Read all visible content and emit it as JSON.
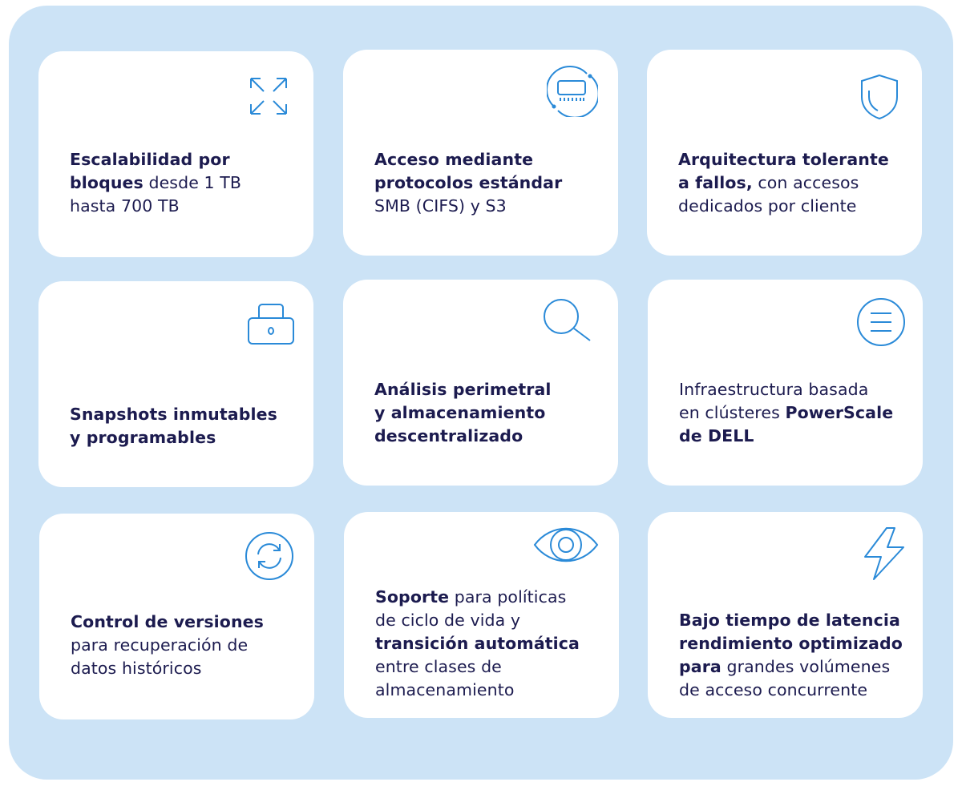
{
  "colors": {
    "background": "#cce3f6",
    "card": "#ffffff",
    "text": "#1c1b4f",
    "icon": "#2a8ad8"
  },
  "cards": [
    {
      "icon": "expand-icon",
      "lines": [
        [
          {
            "t": "Escalabilidad por",
            "b": true
          }
        ],
        [
          {
            "t": "bloques",
            "b": true
          },
          {
            "t": " desde 1 TB",
            "b": false
          }
        ],
        [
          {
            "t": "hasta 700 TB",
            "b": false
          }
        ]
      ]
    },
    {
      "icon": "chip-icon",
      "lines": [
        [
          {
            "t": "Acceso mediante",
            "b": true
          }
        ],
        [
          {
            "t": "protocolos estándar",
            "b": true
          }
        ],
        [
          {
            "t": "SMB (CIFS) y S3",
            "b": false
          }
        ]
      ]
    },
    {
      "icon": "shield-icon",
      "lines": [
        [
          {
            "t": "Arquitectura tolerante",
            "b": true
          }
        ],
        [
          {
            "t": "a fallos,",
            "b": true
          },
          {
            "t": " con accesos",
            "b": false
          }
        ],
        [
          {
            "t": "dedicados por cliente",
            "b": false
          }
        ]
      ]
    },
    {
      "icon": "lock-icon",
      "lines": [
        [
          {
            "t": "Snapshots inmutables",
            "b": true
          }
        ],
        [
          {
            "t": "y programables",
            "b": true
          }
        ]
      ]
    },
    {
      "icon": "search-icon",
      "lines": [
        [
          {
            "t": "Análisis perimetral",
            "b": true
          }
        ],
        [
          {
            "t": "y almacenamiento",
            "b": true
          }
        ],
        [
          {
            "t": "descentralizado",
            "b": true
          }
        ]
      ]
    },
    {
      "icon": "menu-icon",
      "lines": [
        [
          {
            "t": "Infraestructura basada",
            "b": false
          }
        ],
        [
          {
            "t": "en clústeres ",
            "b": false
          },
          {
            "t": "PowerScale",
            "b": true
          }
        ],
        [
          {
            "t": "de DELL",
            "b": true
          }
        ]
      ]
    },
    {
      "icon": "refresh-icon",
      "lines": [
        [
          {
            "t": "Control de versiones",
            "b": true
          }
        ],
        [
          {
            "t": "para recuperación de",
            "b": false
          }
        ],
        [
          {
            "t": "datos históricos",
            "b": false
          }
        ]
      ]
    },
    {
      "icon": "eye-icon",
      "lines": [
        [
          {
            "t": "Soporte",
            "b": true
          },
          {
            "t": " para políticas",
            "b": false
          }
        ],
        [
          {
            "t": "de ciclo de vida y",
            "b": false
          }
        ],
        [
          {
            "t": "transición automática",
            "b": true
          }
        ],
        [
          {
            "t": "entre clases de",
            "b": false
          }
        ],
        [
          {
            "t": "almacenamiento",
            "b": false
          }
        ]
      ]
    },
    {
      "icon": "lightning-icon",
      "lines": [
        [
          {
            "t": "Bajo tiempo de latencia",
            "b": true
          }
        ],
        [
          {
            "t": "rendimiento optimizado",
            "b": true
          }
        ],
        [
          {
            "t": "para",
            "b": true
          },
          {
            "t": " grandes volúmenes",
            "b": false
          }
        ],
        [
          {
            "t": "de acceso concurrente",
            "b": false
          }
        ]
      ]
    }
  ]
}
